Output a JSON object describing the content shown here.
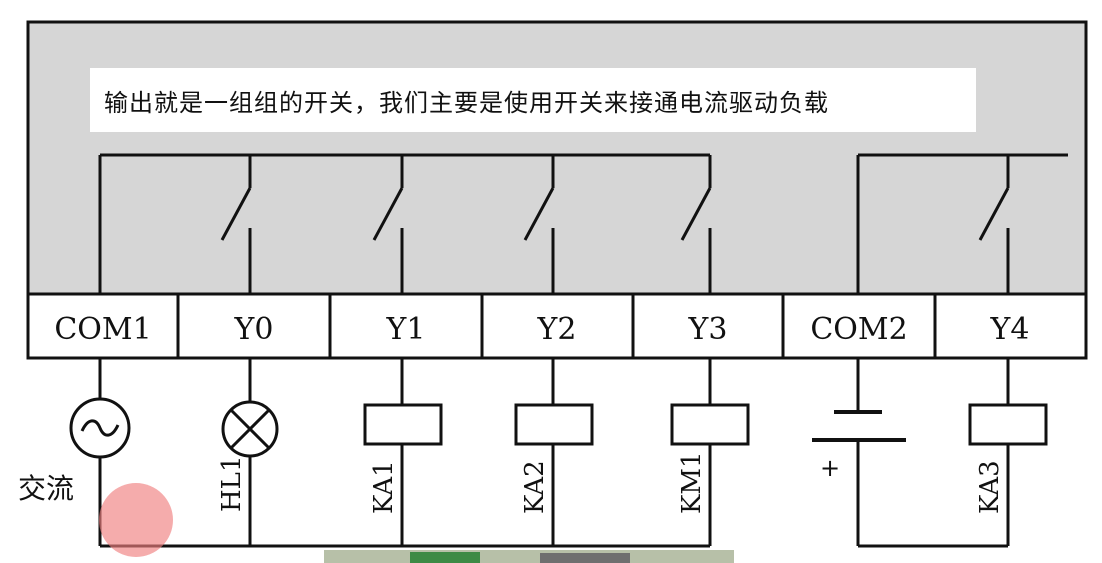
{
  "caption": "输出就是一组组的开关，我们主要是使用开关来接通电流驱动负载",
  "terminals": [
    "COM1",
    "Y0",
    "Y1",
    "Y2",
    "Y3",
    "COM2",
    "Y4"
  ],
  "loads": {
    "ac_source_label": "交流",
    "lamp_label": "HL1",
    "relay_labels": [
      "KA1",
      "KA2",
      "KM1",
      "KA3"
    ],
    "battery_polarity": "+"
  },
  "colors": {
    "plc_body": "#d6d6d6",
    "line": "#111111",
    "pointer_dot": "#f08080"
  }
}
